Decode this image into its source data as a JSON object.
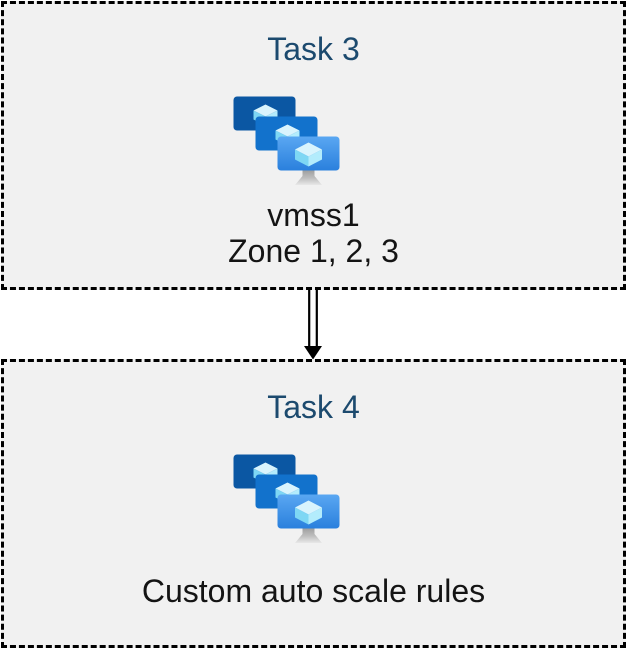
{
  "page": {
    "background": "#ffffff"
  },
  "boxes": [
    {
      "title": "Task 3",
      "icon": "vm-scale-sets-icon",
      "label_lines": [
        "vmss1",
        "Zone 1, 2, 3"
      ]
    },
    {
      "title": "Task 4",
      "icon": "vm-scale-sets-icon",
      "label_lines": [
        "Custom auto scale rules"
      ]
    }
  ],
  "connector": {
    "shape": "double-line-arrow",
    "direction": "down",
    "color": "#000000"
  },
  "colors": {
    "box_background": "#f1f1f1",
    "box_border": "#000000",
    "title_text": "#1c4a6e",
    "body_text": "#141414",
    "icon_back_monitor": "#0b57a3",
    "icon_middle_monitor": "#1272cc",
    "icon_front_monitor_top": "#5aa7f2",
    "icon_front_monitor_bottom": "#2a80dd",
    "icon_cube_top": "#d9f4fd",
    "icon_cube_left": "#7ed7f4",
    "icon_cube_right": "#b3ecfc",
    "icon_stand_dark": "#999999",
    "icon_stand_light": "#e8e8e8"
  }
}
